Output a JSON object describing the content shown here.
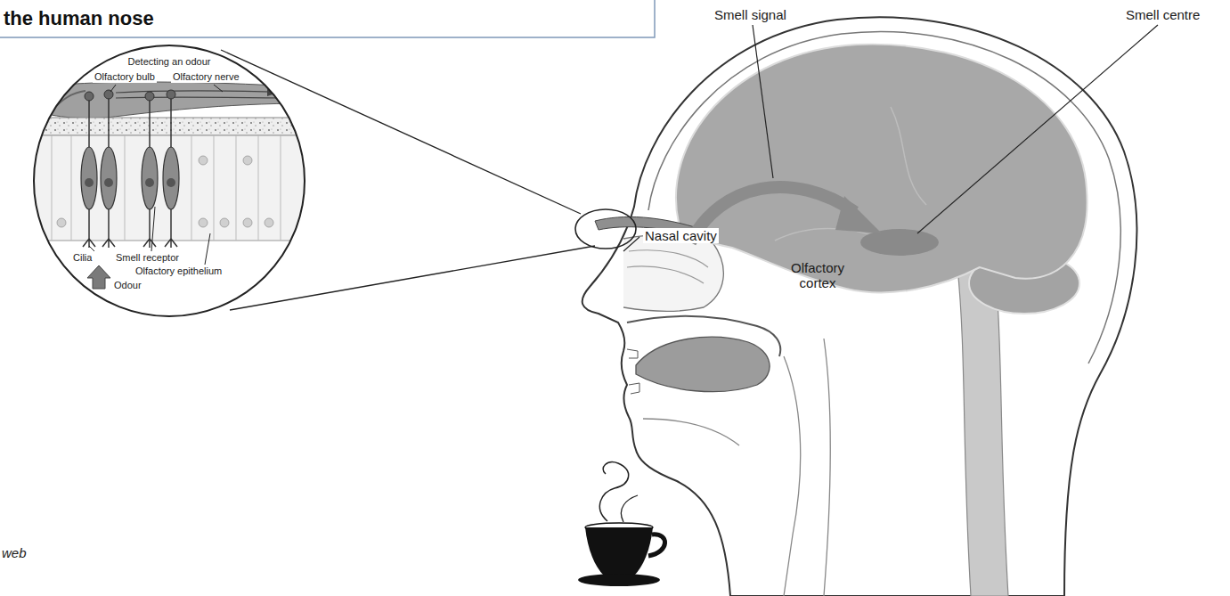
{
  "diagram": {
    "title": "the human nose",
    "labels": [
      "Detecting an odour",
      "Olfactory bulb",
      "Olfactory nerve",
      "Cilia",
      "Smell receptor",
      "Olfactory epithelium",
      "Odour",
      "Smell signal",
      "Smell centre",
      "Olfactory cortex",
      "Nasal cavity",
      "web"
    ]
  }
}
